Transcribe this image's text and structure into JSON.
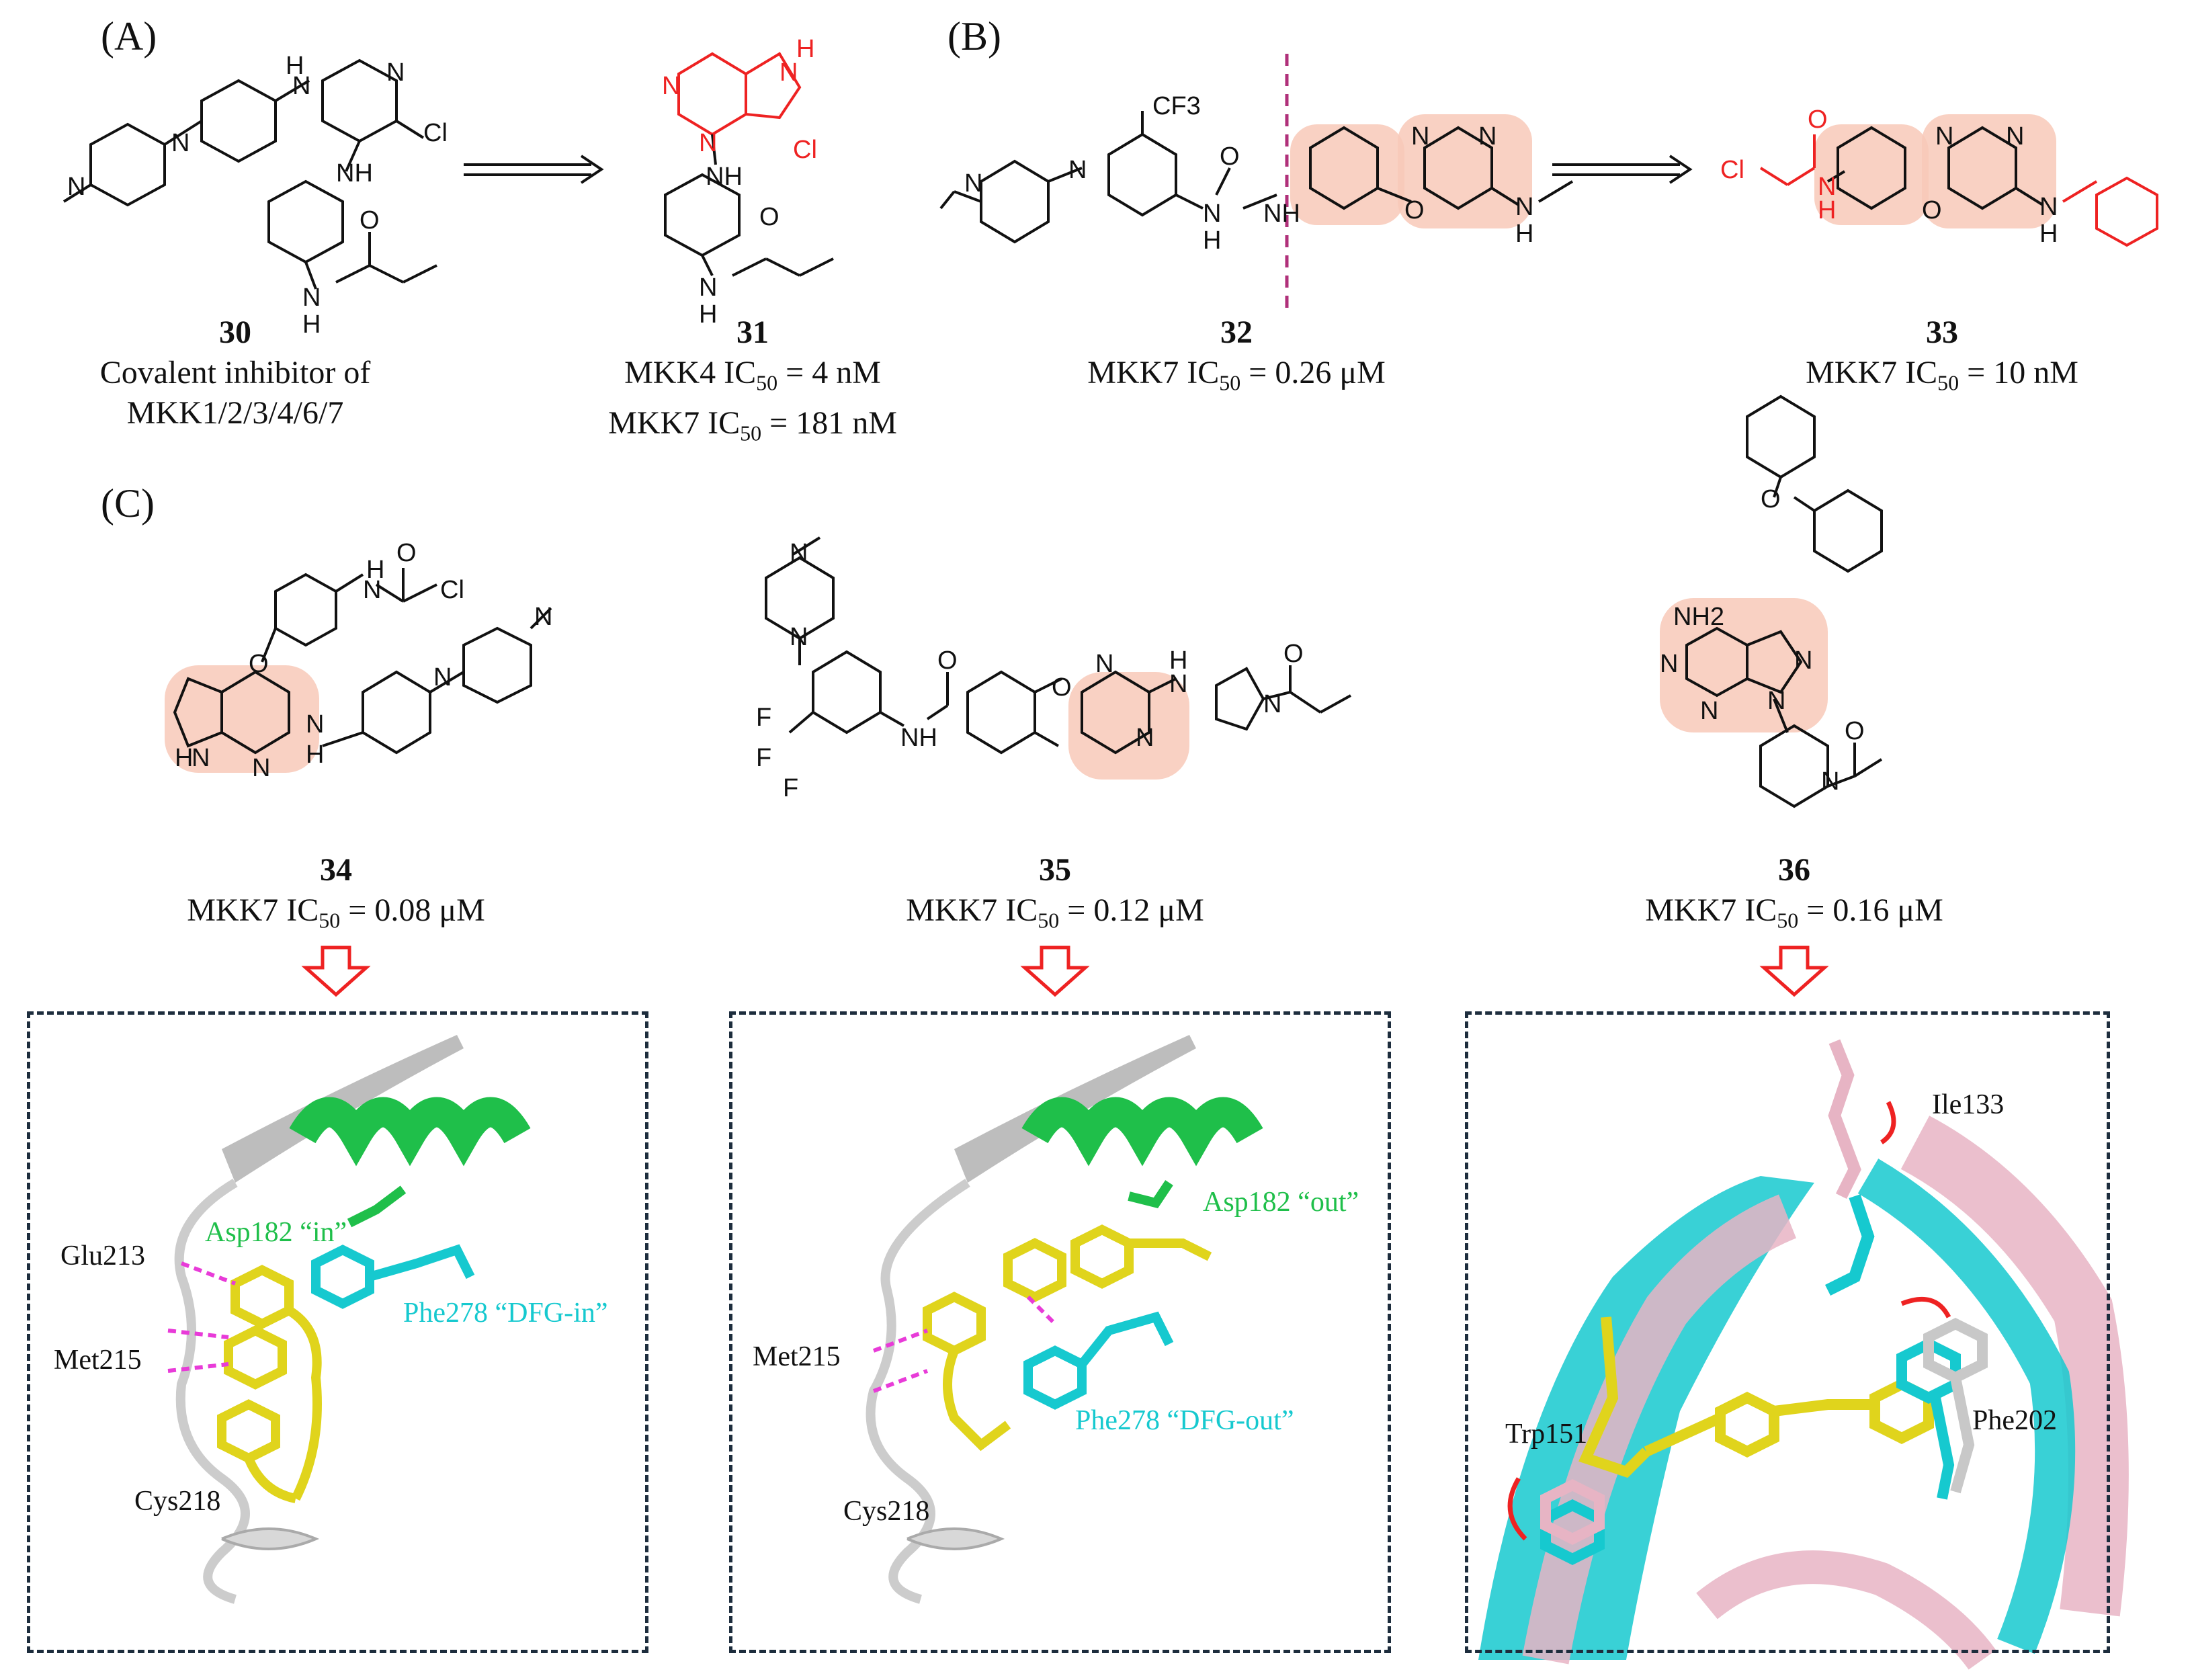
{
  "panels": {
    "a": "(A)",
    "b": "(B)",
    "c": "(C)"
  },
  "atoms": {
    "N": "N",
    "H": "H",
    "NH": "NH",
    "HN": "HN",
    "Cl": "Cl",
    "O": "O",
    "CF3": "CF3",
    "F": "F",
    "NH2": "NH2"
  },
  "compounds": {
    "c30": {
      "number": "30",
      "line1": "Covalent inhibitor of",
      "line2": "MKK1/2/3/4/6/7"
    },
    "c31": {
      "number": "31",
      "line1": "MKK4 IC",
      "line1_sub": "50",
      "line1_val": " = 4 nM",
      "line2": "MKK7 IC",
      "line2_sub": "50",
      "line2_val": " = 181 nM"
    },
    "c32": {
      "number": "32",
      "line1": "MKK7 IC",
      "line1_sub": "50",
      "line1_val": " = 0.26 μM"
    },
    "c33": {
      "number": "33",
      "line1": "MKK7 IC",
      "line1_sub": "50",
      "line1_val": " = 10 nM"
    },
    "c34": {
      "number": "34",
      "line1": "MKK7 IC",
      "line1_sub": "50",
      "line1_val": " = 0.08 μM"
    },
    "c35": {
      "number": "35",
      "line1": "MKK7 IC",
      "line1_sub": "50",
      "line1_val": " = 0.12 μM"
    },
    "c36": {
      "number": "36",
      "line1": "MKK7 IC",
      "line1_sub": "50",
      "line1_val": " = 0.16 μM"
    }
  },
  "docking": {
    "box34": {
      "glu": "Glu213",
      "met": "Met215",
      "cys": "Cys218",
      "asp": "Asp182 “in”",
      "phe": "Phe278 “DFG-in”"
    },
    "box35": {
      "met": "Met215",
      "cys": "Cys218",
      "asp": "Asp182 “out”",
      "phe": "Phe278 “DFG-out”"
    },
    "box36": {
      "ile": "Ile133",
      "trp": "Trp151",
      "phe": "Phe202"
    }
  },
  "colors": {
    "highlight": "#f8c9b8",
    "red": "#ee2222",
    "magenta_line": "#b0307a",
    "helix": "#1fbf4a",
    "cyan": "#16c9cf",
    "yellow": "#f2e31a",
    "pink": "#e7b4c4",
    "grey": "#c8c8c8"
  }
}
